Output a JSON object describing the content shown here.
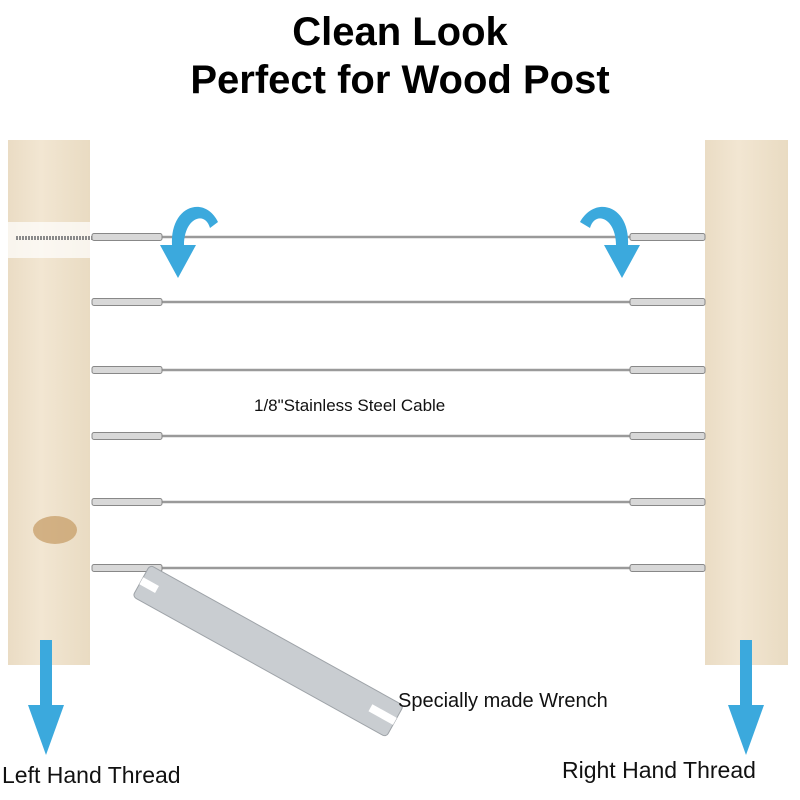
{
  "title": {
    "line1": "Clean Look",
    "line2": "Perfect for Wood Post"
  },
  "labels": {
    "cable": "1/8\"Stainless Steel Cable",
    "wrench": "Specially made Wrench",
    "left_thread": "Left Hand Thread",
    "right_thread": "Right Hand Thread"
  },
  "colors": {
    "arrow": "#3ba9dd",
    "wood": "#efe2cc",
    "cable": "#9a9a9a"
  }
}
